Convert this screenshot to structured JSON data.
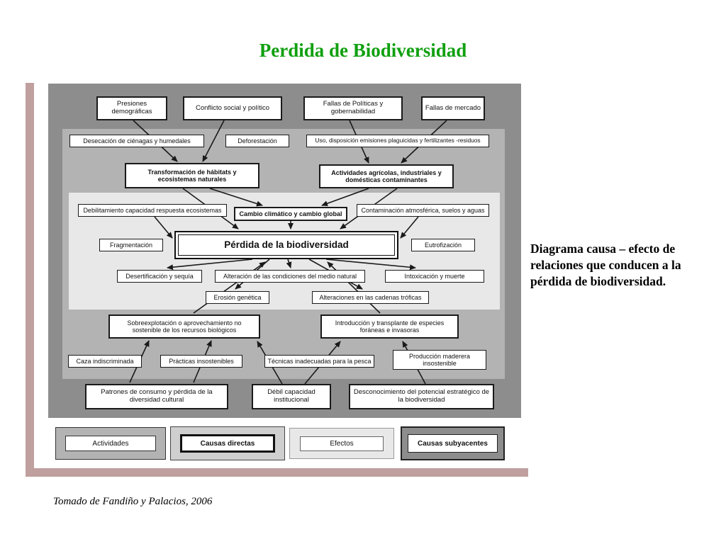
{
  "slide": {
    "title": "Perdida de Biodiversidad",
    "side_note": "Diagrama causa – efecto de relaciones que conducen a la pérdida de biodiversidad.",
    "credit": "Tomado de Fandiño y Palacios, 2006"
  },
  "diagram": {
    "nodes": {
      "presiones": "Presiones demográficas",
      "conflicto": "Conflicto social y político",
      "fallas_politicas": "Fallas de Políticas y gobernabilidad",
      "fallas_mercado": "Fallas de mercado",
      "desecacion": "Desecación de ciénagas y humedales",
      "deforestacion": "Deforestación",
      "uso_plaguicidas": "Uso, disposición emisiones plaguicidas y fertilizantes -residuos",
      "transformacion": "Transformación de hábitats y ecosistemas naturales",
      "actividades_contaminantes": "Actividades agrícolas, industriales y domésticas contaminantes",
      "debilitamiento": "Debilitamiento capacidad respuesta ecosistemas",
      "cambio_climatico": "Cambio climático y cambio global",
      "contaminacion": "Contaminación atmosférica, suelos y aguas",
      "fragmentacion": "Fragmentación",
      "perdida": "Pérdida de la biodiversidad",
      "eutrofizacion": "Eutrofización",
      "desertificacion": "Desertificación y sequía",
      "alteracion": "Alteración de las condiciones del medio natural",
      "intoxicacion": "Intoxicación y muerte",
      "erosion": "Erosión genética",
      "cadenas_troficas": "Alteraciones en las cadenas tróficas",
      "sobreexplotacion": "Sobreexplotación o aprovechamiento no sostenible de los recursos biológicos",
      "introduccion": "Introducción y transplante de especies foráneas e invasoras",
      "caza": "Caza indiscriminada",
      "practicas": "Prácticas insostenibles",
      "tecnicas_pesca": "Técnicas inadecuadas para la pesca",
      "produccion_maderera": "Producción maderera insostenible",
      "patrones_consumo": "Patrones de consumo y pérdida de la diversidad cultural",
      "debil_capacidad": "Débil capacidad institucional",
      "desconocimiento": "Desconocimiento del potencial estratégico de la biodiversidad"
    },
    "legend": {
      "actividades": "Actividades",
      "causas_directas": "Causas directas",
      "efectos": "Efectos",
      "causas_subyacentes": "Causas subyacentes"
    }
  },
  "colors": {
    "title_green": "#10a010",
    "frame_mauve": "#c09f9f",
    "band_dark": "#8d8d8d",
    "band_mid": "#b3b3b3",
    "band_light": "#e8e8e8",
    "box_border": "#1a1a1a"
  }
}
